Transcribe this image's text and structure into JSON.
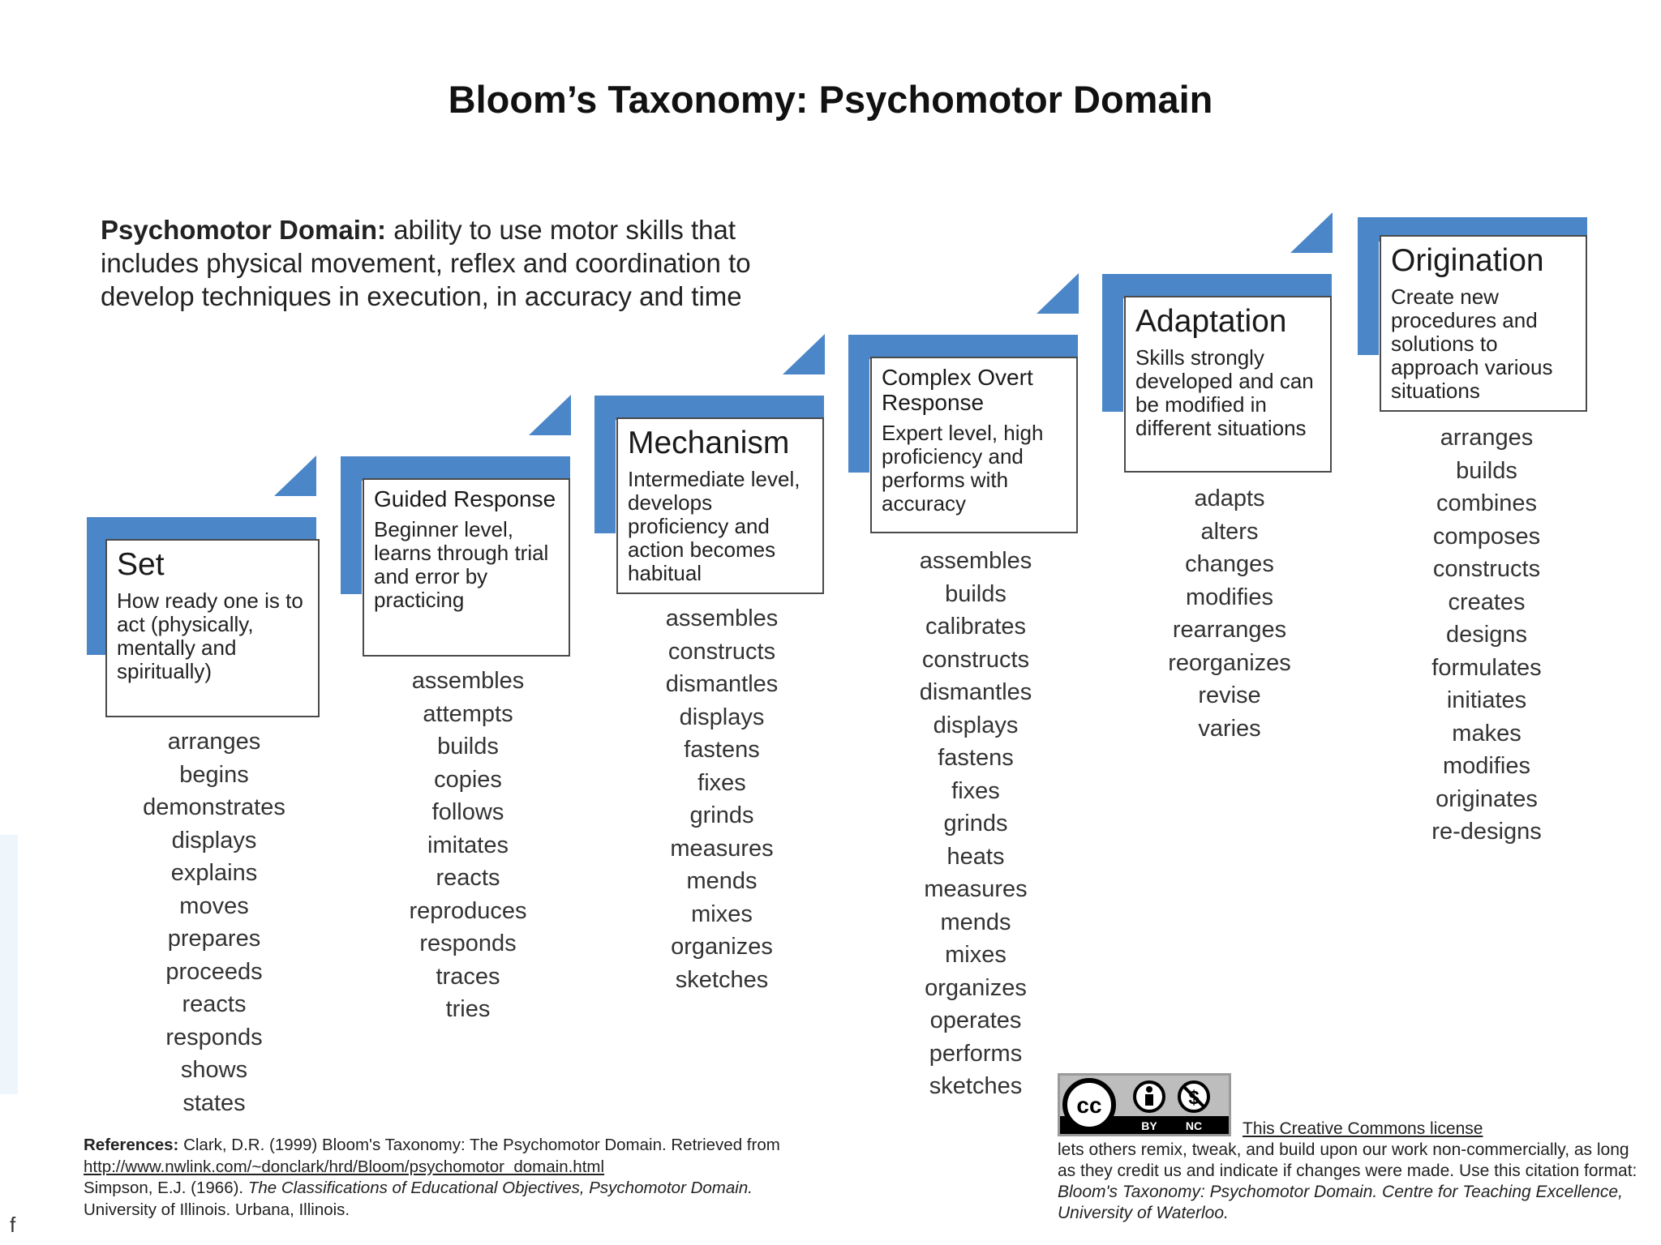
{
  "title": "Bloom’s Taxonomy: Psychomotor Domain",
  "intro": {
    "label": "Psychomotor Domain:",
    "text": " ability to use motor skills that includes physical movement, reflex and coordination to develop techniques in execution, in accuracy and time"
  },
  "colors": {
    "accent": "#4a86c8",
    "box_border": "#4a4a4a"
  },
  "levels": [
    {
      "name": "Set",
      "description": "How ready one is to act (physically, mentally and spiritually)",
      "verbs": [
        "arranges",
        "begins",
        "demonstrates",
        "displays",
        "explains",
        "moves",
        "prepares",
        "proceeds",
        "reacts",
        "responds",
        "shows",
        "states"
      ]
    },
    {
      "name": "Guided Response",
      "description": "Beginner level, learns through trial and error by practicing",
      "verbs": [
        "assembles",
        "attempts",
        "builds",
        "copies",
        "follows",
        "imitates",
        "reacts",
        "reproduces",
        "responds",
        "traces",
        "tries"
      ]
    },
    {
      "name": "Mechanism",
      "description": "Intermediate level, develops proficiency and action becomes habitual",
      "verbs": [
        "assembles",
        "constructs",
        "dismantles",
        "displays",
        "fastens",
        "fixes",
        "grinds",
        "measures",
        "mends",
        "mixes",
        "organizes",
        "sketches"
      ]
    },
    {
      "name": "Complex Overt Response",
      "description": "Expert level, high proficiency and performs with accuracy",
      "verbs": [
        "assembles",
        "builds",
        "calibrates",
        "constructs",
        "dismantles",
        "displays",
        "fastens",
        "fixes",
        "grinds",
        "heats",
        "measures",
        "mends",
        "mixes",
        "organizes",
        "operates",
        "performs",
        "sketches"
      ]
    },
    {
      "name": "Adaptation",
      "description": "Skills strongly developed and can be modified in different situations",
      "verbs": [
        "adapts",
        "alters",
        "changes",
        "modifies",
        "rearranges",
        "reorganizes",
        "revise",
        "varies"
      ]
    },
    {
      "name": "Origination",
      "description": "Create new procedures and solutions to approach various situations",
      "verbs": [
        "arranges",
        "builds",
        "combines",
        "composes",
        "constructs",
        "creates",
        "designs",
        "formulates",
        "initiates",
        "makes",
        "modifies",
        "originates",
        "re-designs"
      ]
    }
  ],
  "references": {
    "label": "References:",
    "line1": " Clark, D.R. (1999) Bloom's Taxonomy: The Psychomotor Domain. Retrieved from",
    "url": "http://www.nwlink.com/~donclark/hrd/Bloom/psychomotor_domain.html",
    "line2a": "Simpson, E.J. (1966). ",
    "line2b": "The Classifications of Educational Objectives, Psychomotor Domain.",
    "line3": "University of Illinois. Urbana, Illinois."
  },
  "license": {
    "badge": "creative-commons-by-nc-badge",
    "link_text": "This Creative Commons license",
    "text1": " lets others remix, tweak, and build upon our work non-commercially, as long as they credit us and indicate if changes were made. Use this citation format: ",
    "citation": "Bloom's Taxonomy: Psychomotor Domain. Centre for Teaching Excellence, University of Waterloo."
  },
  "stray_char": "f"
}
